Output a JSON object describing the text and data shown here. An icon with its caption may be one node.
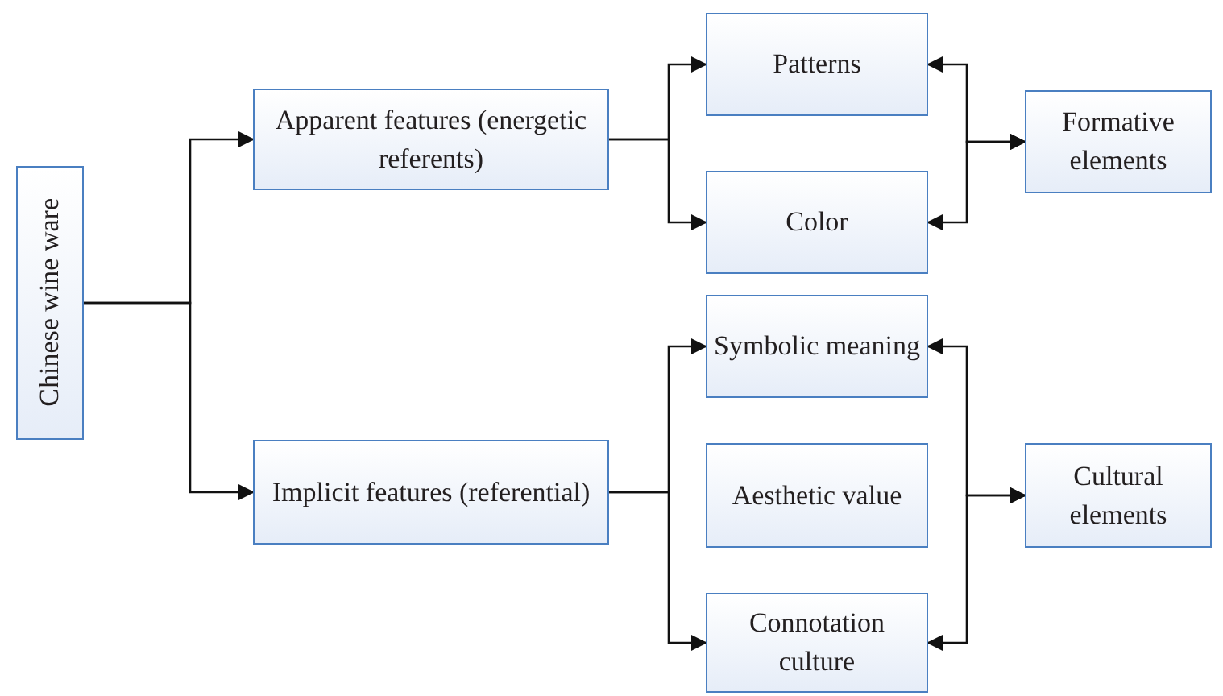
{
  "diagram": {
    "nodes": [
      {
        "text": [
          "Chinese wine ware"
        ]
      },
      {
        "text": [
          "Apparent features (energetic referents)"
        ]
      },
      {
        "text": [
          "Implicit features (referential)"
        ]
      },
      {
        "text": [
          "Patterns"
        ]
      },
      {
        "text": [
          "Color"
        ]
      },
      {
        "text": [
          "Formative elements"
        ]
      },
      {
        "text": [
          "Symbolic meaning"
        ]
      },
      {
        "text": [
          "Aesthetic value"
        ]
      },
      {
        "text": [
          "Connotation culture"
        ]
      },
      {
        "text": [
          "Cultural elements"
        ]
      }
    ],
    "edges": [
      {
        "from": 0,
        "to": 1,
        "arrow": "to"
      },
      {
        "from": 0,
        "to": 2,
        "arrow": "to"
      },
      {
        "from": 1,
        "to": 3,
        "arrow": "to"
      },
      {
        "from": 1,
        "to": 4,
        "arrow": "to"
      },
      {
        "from": 2,
        "to": 6,
        "arrow": "to"
      },
      {
        "from": 2,
        "to": 8,
        "arrow": "to"
      },
      {
        "from": 3,
        "to": 5,
        "arrow": "both"
      },
      {
        "from": 4,
        "to": 5,
        "arrow": "both"
      },
      {
        "from": 6,
        "to": 9,
        "arrow": "both"
      },
      {
        "from": 8,
        "to": 9,
        "arrow": "both"
      }
    ]
  }
}
